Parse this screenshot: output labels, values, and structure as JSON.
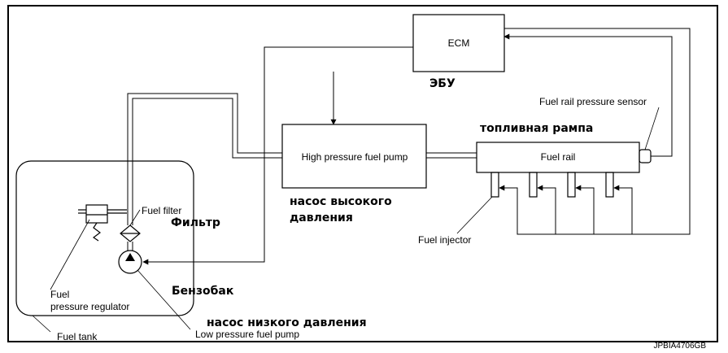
{
  "components": {
    "ecm": "ECM",
    "high_pressure_pump": "High pressure fuel pump",
    "fuel_rail": "Fuel rail",
    "fuel_rail_pressure_sensor": "Fuel rail pressure sensor",
    "fuel_injector": "Fuel injector",
    "fuel_filter": "Fuel filter",
    "fuel_pressure_regulator_line1": "Fuel",
    "fuel_pressure_regulator_line2": "pressure regulator",
    "fuel_tank": "Fuel tank",
    "low_pressure_pump": "Low pressure fuel pump"
  },
  "russian_labels": {
    "ecm": "ЭБУ",
    "fuel_rail": "топливная рампа",
    "high_pressure_pump_line1": "насос высокого",
    "high_pressure_pump_line2": "давления",
    "filter": "Фильтр",
    "tank": "Бензобак",
    "low_pressure_pump": "насос низкого давления"
  },
  "figure_code": "JPBIA4706GB"
}
